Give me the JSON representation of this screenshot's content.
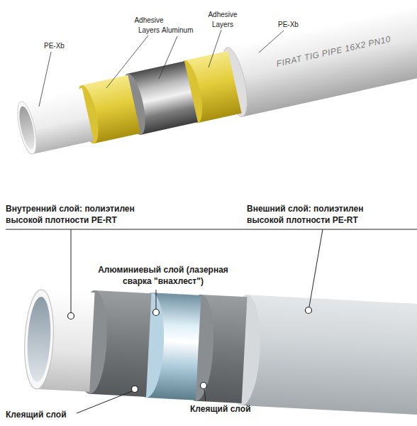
{
  "diagram": {
    "labels": [
      "PE-Xb",
      "Adhesive Layers",
      "Aluminum",
      "Adhesive Layers",
      "PE-Xb",
      "FIRAT TIG PIPE 16X2 PN10",
      "Внутренний слой: полиэтилен высокой плотности PE-RT",
      "Внешний слой: полиэтилен высокой плотности PE-RT",
      "Алюминиевый слой (лазерная сварка \"внахлест\")",
      "Клеящий слой",
      "Клеящий слой"
    ]
  }
}
